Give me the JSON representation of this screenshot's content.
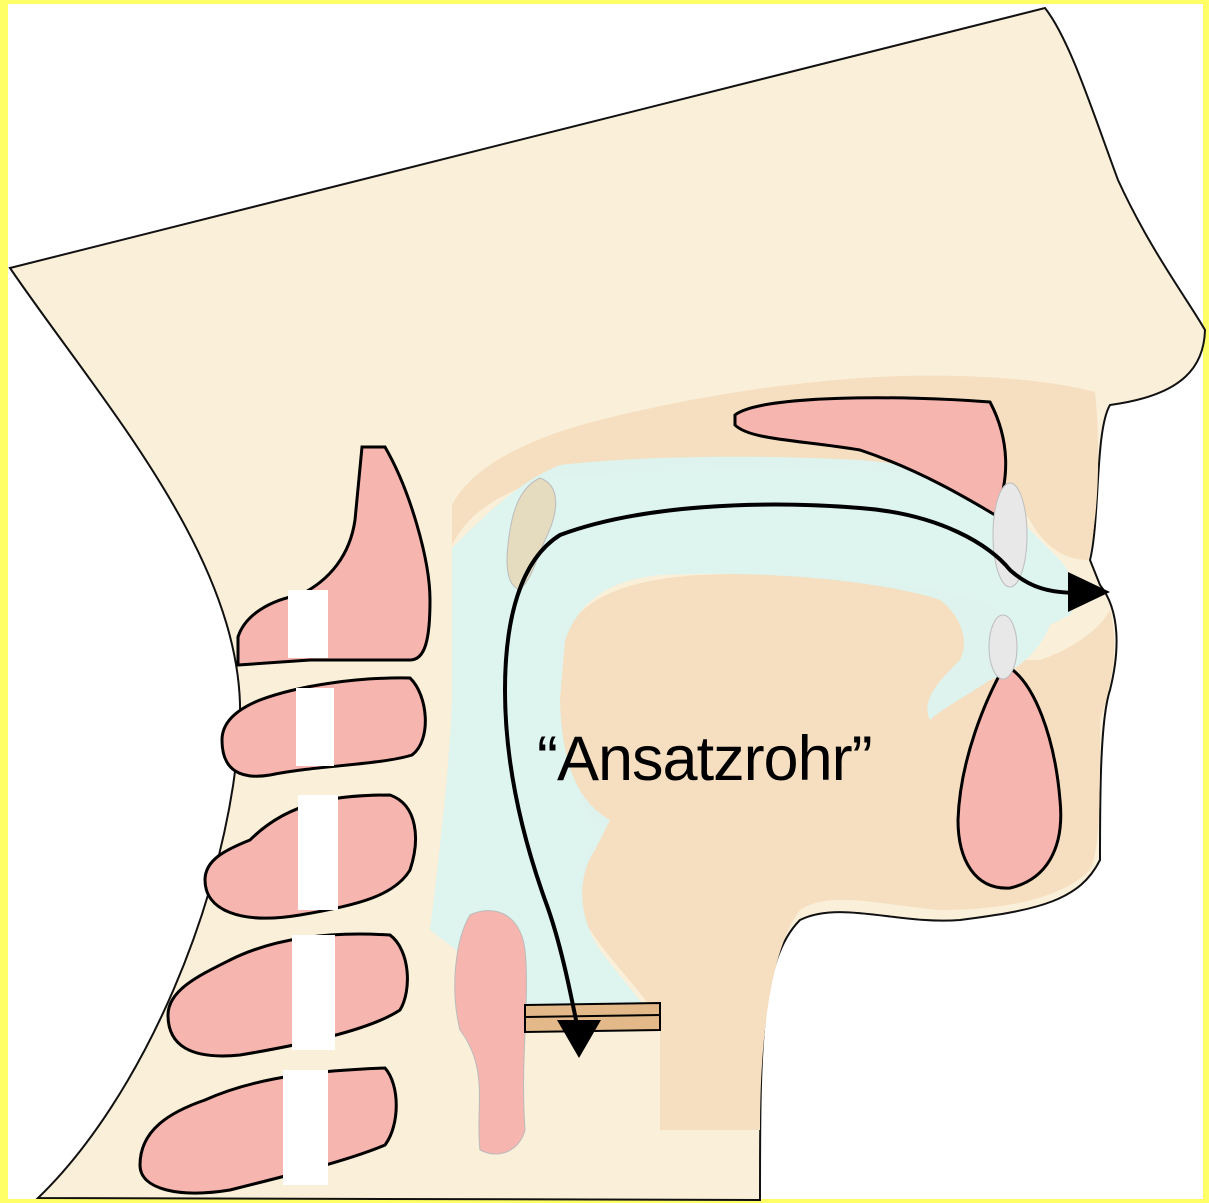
{
  "diagram": {
    "label": "“Ansatzrohr”",
    "colors": {
      "background": "#ffff66",
      "canvas": "#ffffff",
      "skin": "#faefd9",
      "tissue": "#f5dfc0",
      "bone": "#f6b5ae",
      "airway": "#dcf3ef",
      "disc": "#ffffff",
      "tooth": "#e8e8e8",
      "outline": "#000000"
    },
    "icons": [
      "air-flow-arrow",
      "vocal-folds"
    ]
  }
}
